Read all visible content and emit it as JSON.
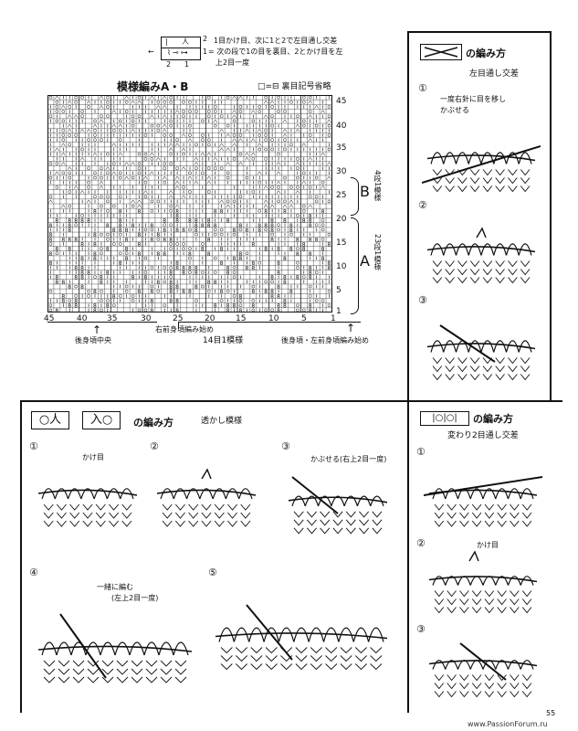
{
  "legend": {
    "sym_top_left": "|",
    "sym_top_right": "人",
    "row_num_top": "2",
    "row_num_bottom": "1",
    "col_nums": [
      "2",
      "1"
    ],
    "arrow_left": "←",
    "desc_line1": "1目かけ目、次に1と2で左目通し交差",
    "desc_line2": "= 次の段で1の目を裏目、2とかけ目を左",
    "desc_line3": "上2目一度"
  },
  "chart": {
    "title": "模様編みA・B",
    "note": "□=⊟ 裏目記号省略",
    "row_labels": [
      "45",
      "40",
      "35",
      "30",
      "25",
      "20",
      "15",
      "10",
      "5",
      "1"
    ],
    "col_labels": [
      "45",
      "40",
      "35",
      "30",
      "25",
      "20",
      "15",
      "10",
      "5",
      "1"
    ],
    "section_b": "B",
    "section_b_note": "4段1模様",
    "section_a": "A",
    "section_a_note": "23段1模様",
    "bottom_center_back": "後身頃中央",
    "bottom_right_front": "右前身頃編み始め",
    "bottom_repeat": "14目1模様",
    "bottom_back_left": "後身頃・左前身頃編み始め"
  },
  "panel_right_top": {
    "title": "の編み方",
    "subtitle": "左目通し交差",
    "steps": [
      "①",
      "②",
      "③"
    ],
    "note1": "一度右針に目を移し",
    "note2": "かぶせる"
  },
  "panel_bottom_left": {
    "sym1": "○人",
    "sym2": "入○",
    "title": "の編み方",
    "subtitle": "透かし模様",
    "steps": [
      "①",
      "②",
      "③",
      "④",
      "⑤"
    ],
    "note1": "かけ目",
    "note3": "かぶせる(右上2目一度)",
    "note4a": "一緒に編む",
    "note4b": "(左上2目一度)"
  },
  "panel_right_bottom": {
    "sym": "|○|○|",
    "title": "の編み方",
    "subtitle": "変わり2目通し交差",
    "steps": [
      "①",
      "②",
      "③"
    ],
    "note2": "かけ目"
  },
  "page_number": "55",
  "watermark": "www.PassionForum.ru"
}
